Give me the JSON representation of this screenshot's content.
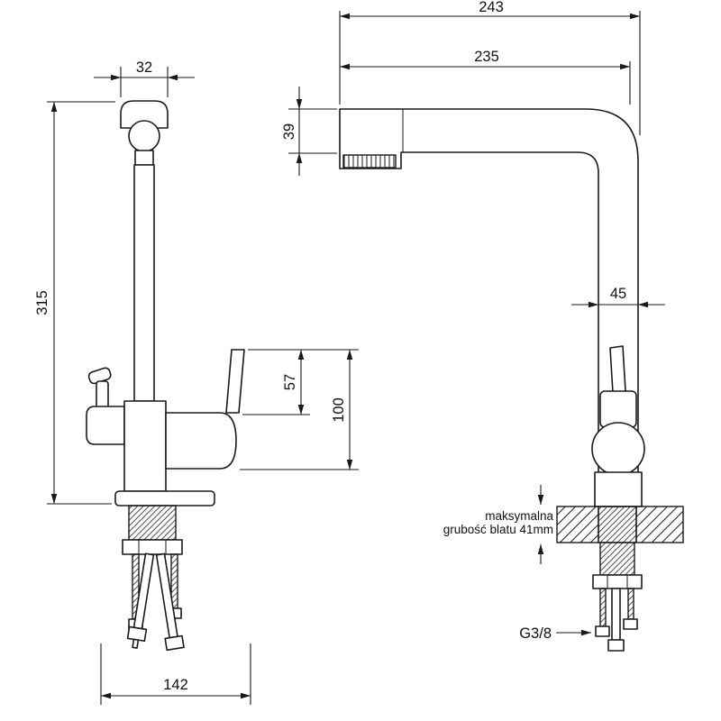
{
  "page": {
    "background": "#ffffff",
    "line_color": "#1a1a1a",
    "description": "technical dimension drawing of kitchen faucet, front and side views"
  },
  "front_view": {
    "dims": {
      "spout_top_width": "32",
      "total_height": "315",
      "lever_height": "57",
      "lever_to_body": "100",
      "base_span": "142"
    }
  },
  "side_view": {
    "dims": {
      "total_depth": "243",
      "spout_reach": "235",
      "spout_tube_height": "39",
      "body_diameter": "45"
    },
    "notes": {
      "counter_note_line1": "maksymalna",
      "counter_note_line2": "grubość blatu 41mm",
      "thread_label": "G3/8"
    }
  }
}
